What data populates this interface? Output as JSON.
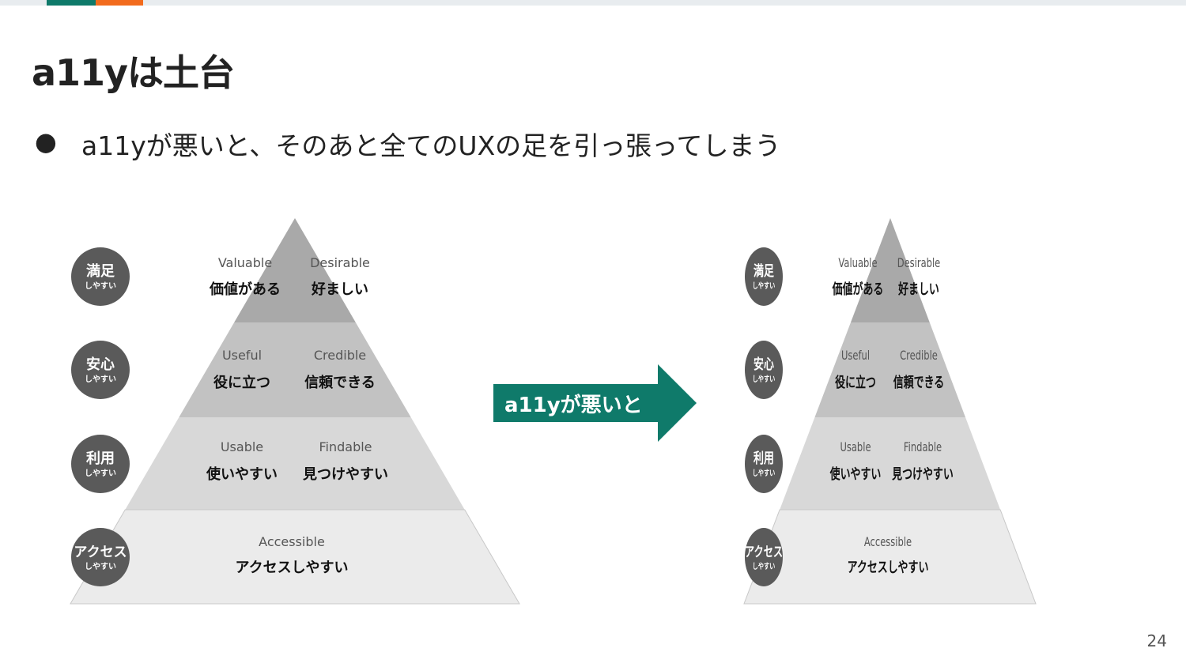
{
  "title": "a11yは土台",
  "bullet": "a11yが悪いと、そのあと全てのUXの足を引っ張ってしまう",
  "arrow_label": "a11yが悪いと",
  "page_number": "24",
  "colors": {
    "teal": "#0f7a6a",
    "orange": "#f26b1d",
    "circle": "#5a5a5a"
  },
  "levels": [
    {
      "main": "満足",
      "sub": "しやすい"
    },
    {
      "main": "安心",
      "sub": "しやすい"
    },
    {
      "main": "利用",
      "sub": "しやすい"
    },
    {
      "main": "アクセス",
      "sub": "しやすい"
    }
  ],
  "tiers": [
    {
      "items": [
        {
          "en": "Valuable",
          "jp": "価値がある"
        },
        {
          "en": "Desirable",
          "jp": "好ましい"
        }
      ]
    },
    {
      "items": [
        {
          "en": "Useful",
          "jp": "役に立つ"
        },
        {
          "en": "Credible",
          "jp": "信頼できる"
        }
      ]
    },
    {
      "items": [
        {
          "en": "Usable",
          "jp": "使いやすい"
        },
        {
          "en": "Findable",
          "jp": "見つけやすい"
        }
      ]
    },
    {
      "items": [
        {
          "en": "Accessible",
          "jp": "アクセスしやすい"
        }
      ]
    }
  ]
}
